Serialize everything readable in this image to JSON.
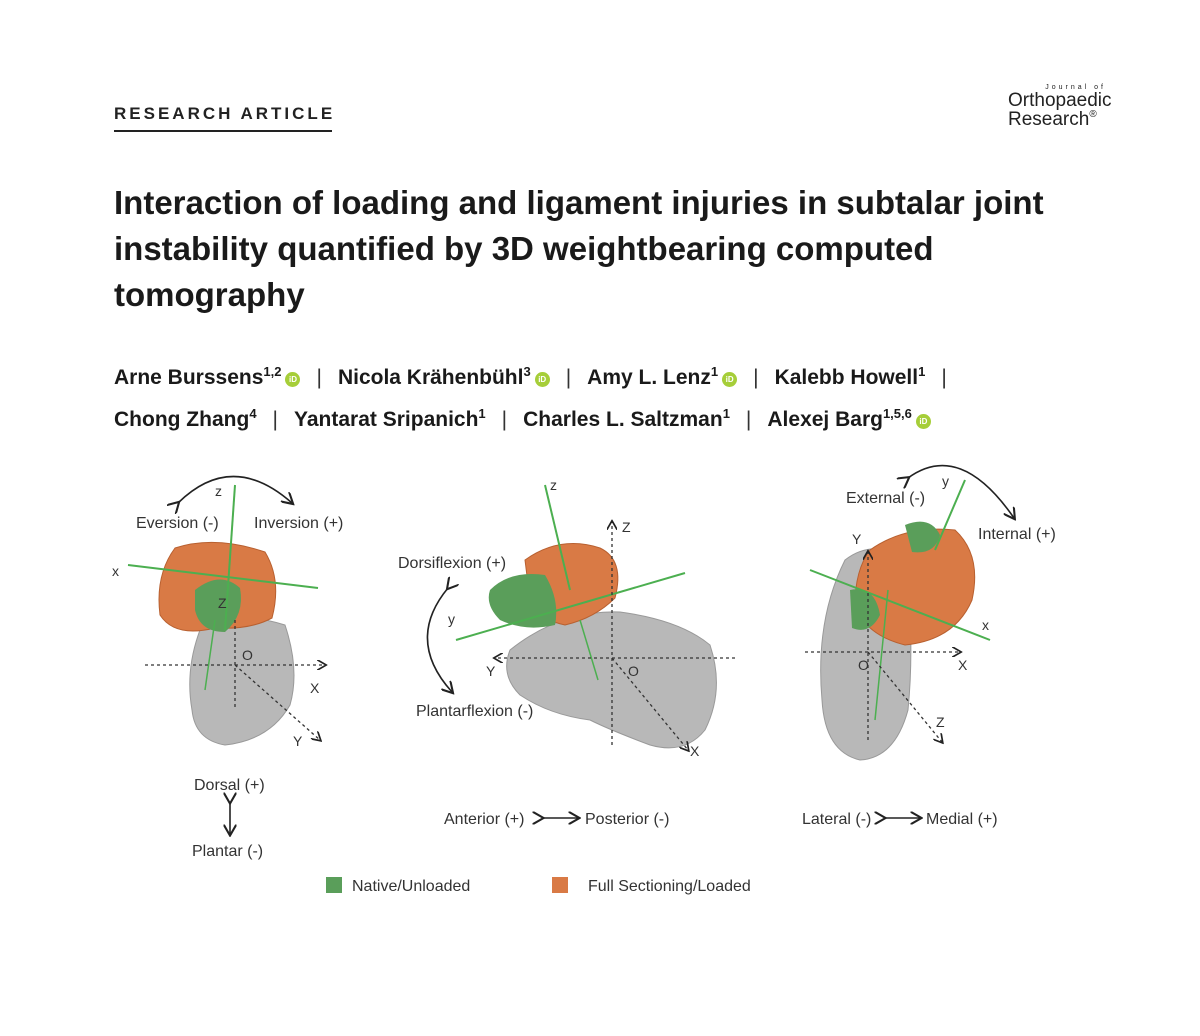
{
  "header": {
    "label": "RESEARCH ARTICLE"
  },
  "logo": {
    "line1": "Journal of",
    "line2": "Orthopaedic",
    "line3": "Research",
    "reg": "®"
  },
  "title": "Interaction of loading and ligament injuries in subtalar joint instability quantified by 3D weightbearing computed tomography",
  "authors": [
    {
      "name": "Arne Burssens",
      "aff": "1,2",
      "orcid": true
    },
    {
      "name": "Nicola Krähenbühl",
      "aff": "3",
      "orcid": true
    },
    {
      "name": "Amy L. Lenz",
      "aff": "1",
      "orcid": true
    },
    {
      "name": "Kalebb Howell",
      "aff": "1",
      "orcid": false
    },
    {
      "name": "Chong Zhang",
      "aff": "4",
      "orcid": false
    },
    {
      "name": "Yantarat Sripanich",
      "aff": "1",
      "orcid": false
    },
    {
      "name": "Charles L. Saltzman",
      "aff": "1",
      "orcid": false
    },
    {
      "name": "Alexej Barg",
      "aff": "1,5,6",
      "orcid": true
    }
  ],
  "figure": {
    "panel1": {
      "left_label": "Eversion (-)",
      "right_label": "Inversion (+)",
      "axes": [
        "z",
        "x",
        "Z",
        "O",
        "X",
        "Y"
      ],
      "bottom_top": "Dorsal (+)",
      "bottom_bottom": "Plantar (-)"
    },
    "panel2": {
      "top_label": "Dorsiflexion (+)",
      "bottom_label": "Plantarflexion (-)",
      "axes": [
        "z",
        "Z",
        "y",
        "Y",
        "O",
        "X"
      ],
      "bottom_left": "Anterior (+)",
      "bottom_right": "Posterior (-)"
    },
    "panel3": {
      "left_label": "External (-)",
      "right_label": "Internal (+)",
      "axes": [
        "y",
        "Y",
        "x",
        "O",
        "X",
        "Z"
      ],
      "bottom_left": "Lateral (-)",
      "bottom_right": "Medial (+)"
    },
    "legend": [
      {
        "label": "Native/Unloaded",
        "color": "#5a9e5a"
      },
      {
        "label": "Full Sectioning/Loaded",
        "color": "#d97a45"
      }
    ],
    "colors": {
      "bone": "#b8b8b8",
      "green": "#5a9e5a",
      "orange": "#d97a45",
      "axis_green": "#4caf50"
    }
  },
  "orcid_glyph": "iD"
}
